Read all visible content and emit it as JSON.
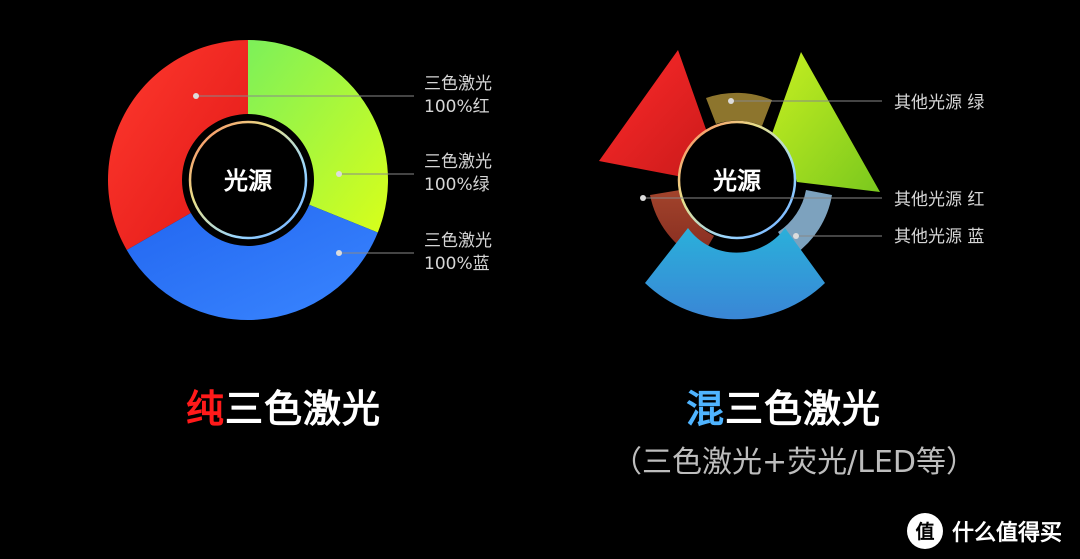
{
  "left": {
    "center_label": "光源",
    "labels": [
      {
        "line1": "三色激光",
        "line2": "100%红"
      },
      {
        "line1": "三色激光",
        "line2": "100%绿"
      },
      {
        "line1": "三色激光",
        "line2": "100%蓝"
      }
    ],
    "title_accent": "纯",
    "title_rest": "三色激光",
    "colors": {
      "red": "#ff2222",
      "green": "#9aff2a",
      "blue": "#2f6dff",
      "accent": "#ff1a1a"
    }
  },
  "right": {
    "center_label": "光源",
    "labels": [
      "其他光源 绿",
      "其他光源 红",
      "其他光源 蓝"
    ],
    "title_accent": "混",
    "title_rest": "三色激光",
    "subtitle": "（三色激光+荧光/LED等）",
    "colors": {
      "red": "#e32a2a",
      "green": "#a8e62a",
      "cyan": "#2fb5d9",
      "accent": "#4fb4ff"
    }
  },
  "watermark": {
    "text": "什么值得买",
    "logo_glyph": "值"
  }
}
